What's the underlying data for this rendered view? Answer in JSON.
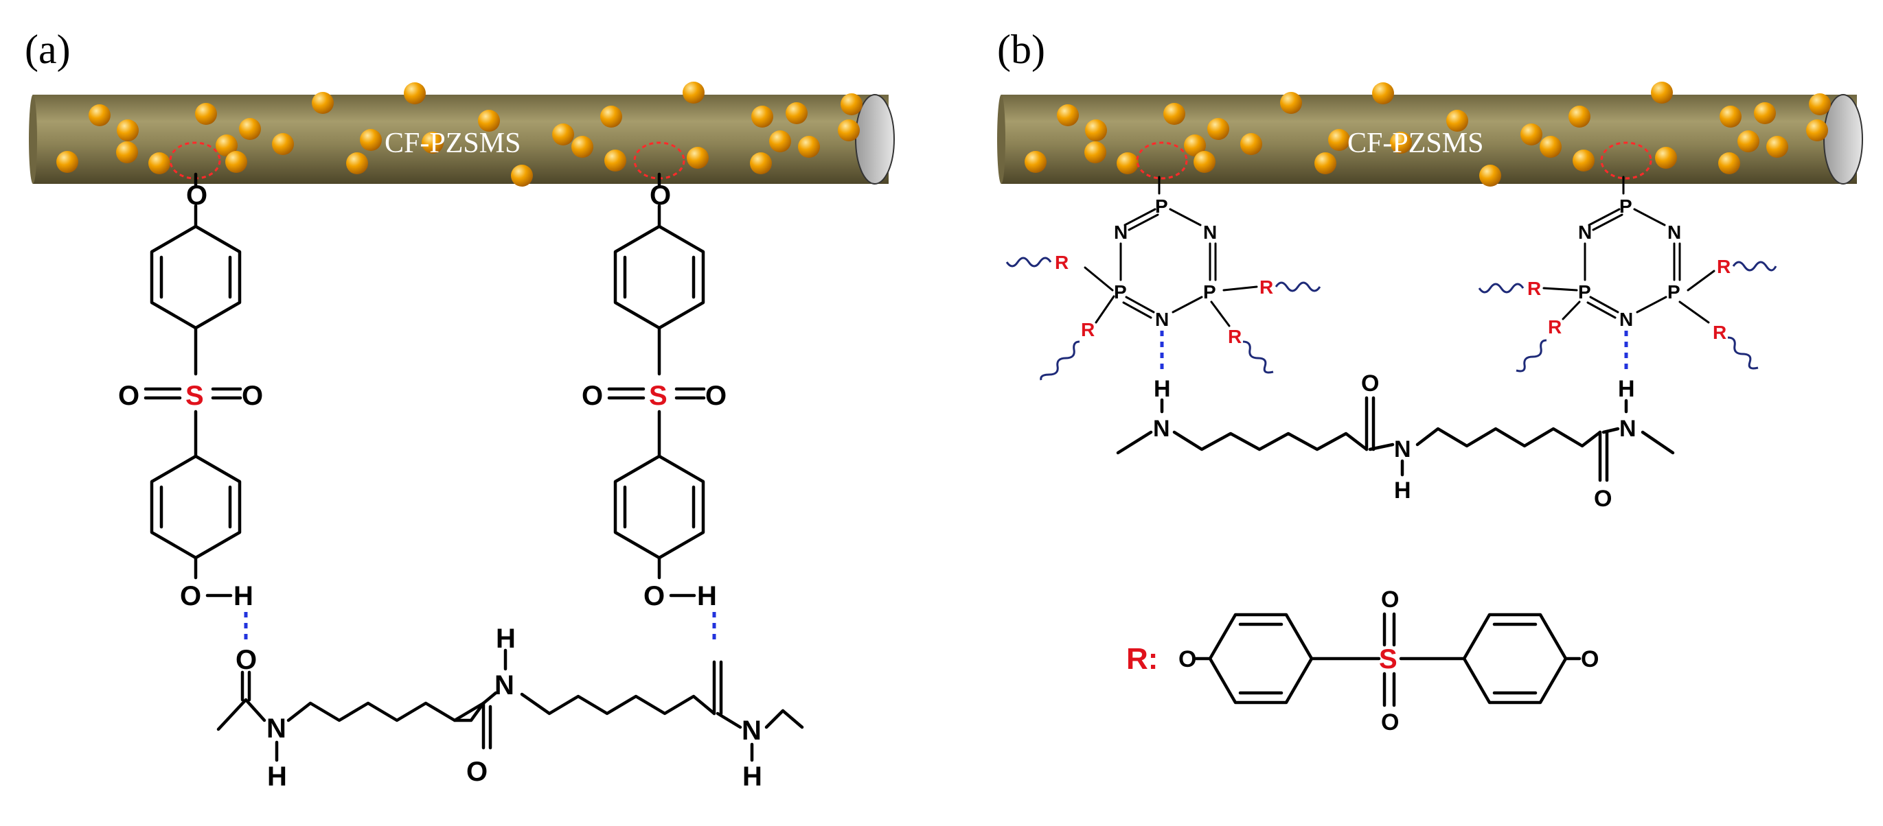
{
  "panels": {
    "a": {
      "letter": "(a)",
      "fiber_label": "CF-PZSMS",
      "atoms": {
        "link_O": "O",
        "sulfur": "S",
        "sulfonyl_O": "O",
        "hydroxyl_O": "O",
        "hydroxyl_H": "H",
        "carbonyl_O": "O",
        "amide_N": "N",
        "amide_H": "H"
      }
    },
    "b": {
      "letter": "(b)",
      "fiber_label": "CF-PZSMS",
      "atoms": {
        "phosphorus": "P",
        "nitrogen": "N",
        "substituent": "R",
        "amide_N": "N",
        "amide_H": "H",
        "carbonyl_O": "O"
      },
      "r_definition": {
        "label": "R:",
        "terminal_O": "O",
        "sulfur": "S",
        "sulfonyl_O": "O"
      }
    }
  },
  "colors": {
    "fiber_body": "#8d8356",
    "fiber_end": "#c8c8c8",
    "particle": "#f2a200",
    "sulfur": "#e0121c",
    "substituent_r": "#c8102e",
    "hydrogen_bond": "#2233dd",
    "selection_ring": "#ff2a2a"
  }
}
